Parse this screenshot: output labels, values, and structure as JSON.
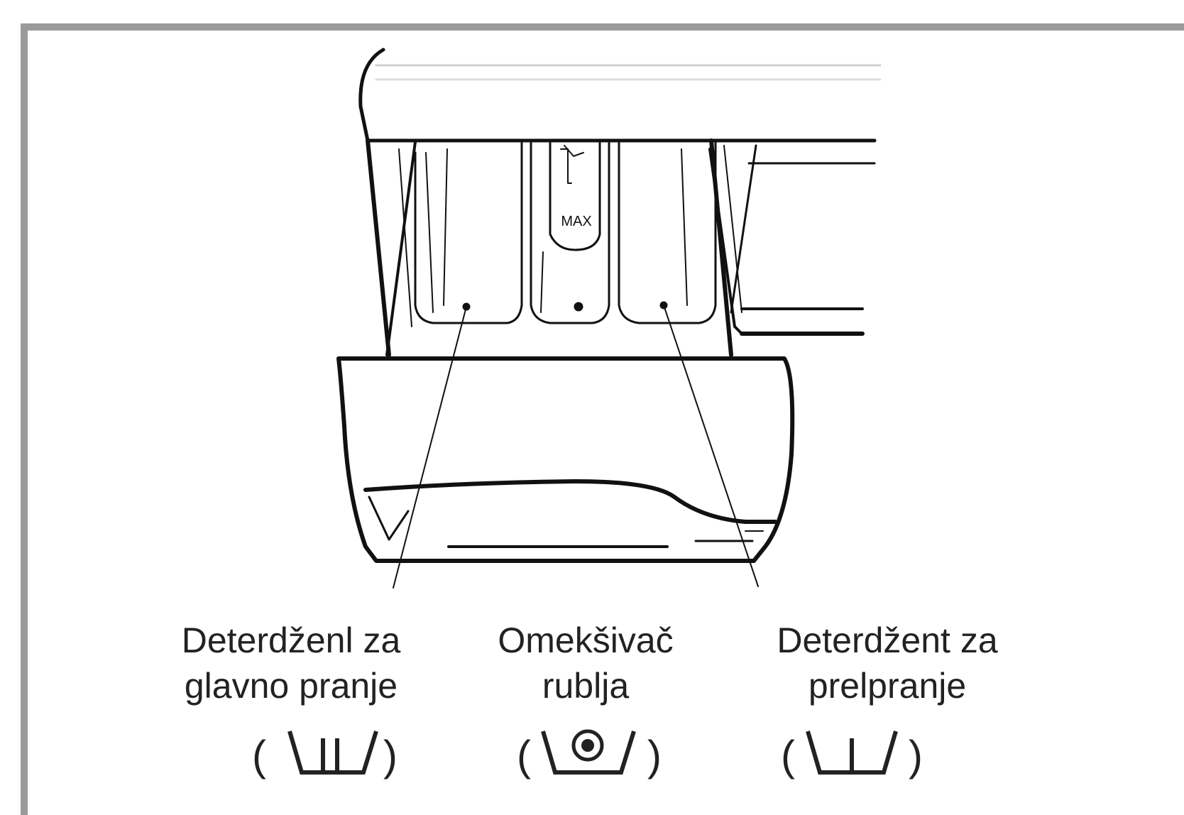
{
  "labels": [
    {
      "line1": "Deterdženl za",
      "line2": "glavno pranje",
      "symbol": "main-wash-symbol"
    },
    {
      "line1": "Omekšivač",
      "line2": "rublja",
      "symbol": "softener-flower-symbol"
    },
    {
      "line1": "Deterdžent za",
      "line2": "prelpranje",
      "symbol": "prewash-symbol"
    }
  ],
  "colors": {
    "line": "#111111",
    "frame": "#9a9a9a",
    "text": "#222222"
  }
}
